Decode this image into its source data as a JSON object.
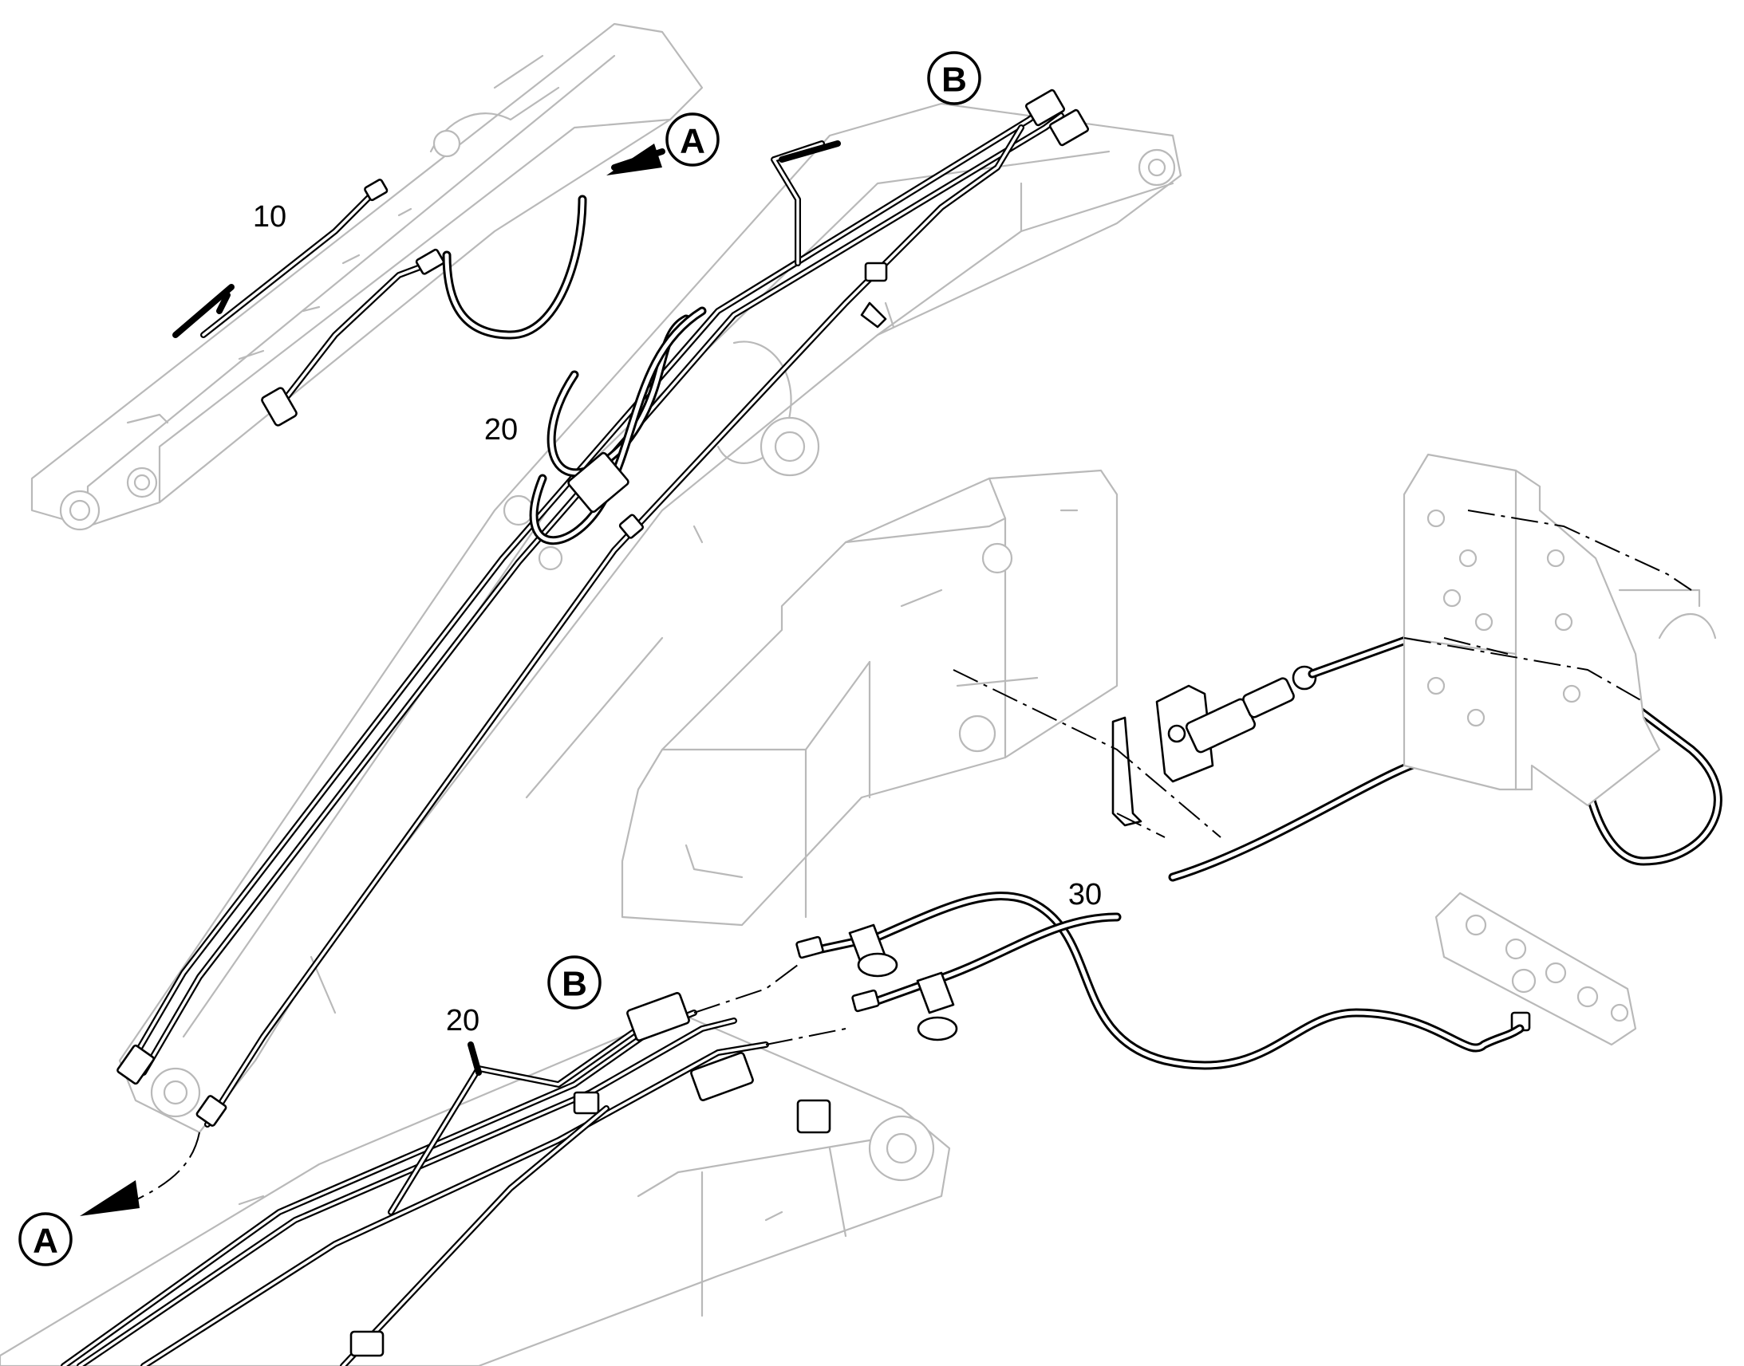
{
  "callouts": {
    "a_top": "A",
    "a_bottom": "A",
    "b_top": "B",
    "b_bottom": "B"
  },
  "position_numbers": {
    "item_10": "10",
    "item_20_upper": "20",
    "item_20_lower": "20",
    "item_30": "30"
  }
}
